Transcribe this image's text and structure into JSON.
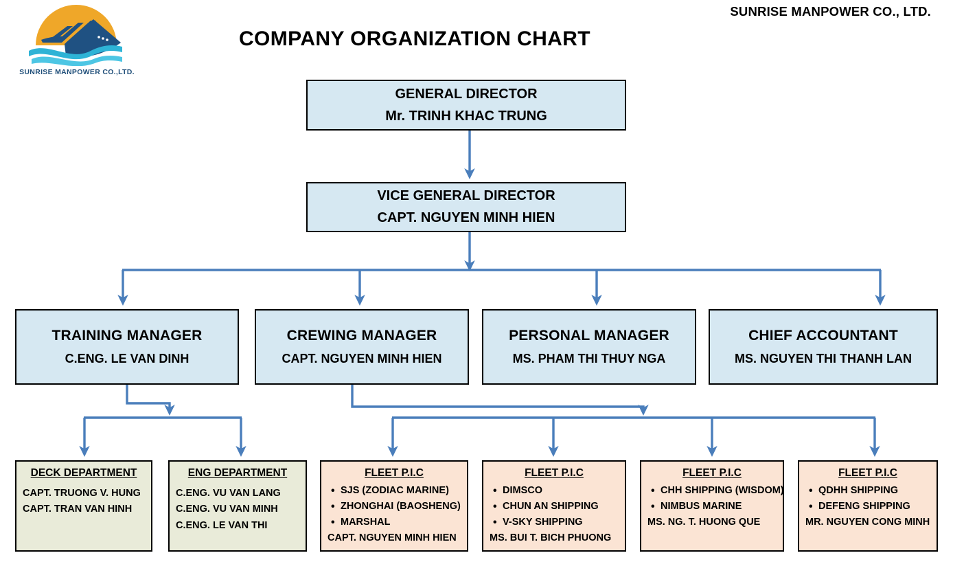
{
  "header": {
    "company_name": "SUNRISE MANPOWER CO., LTD.",
    "chart_title": "COMPANY ORGANIZATION CHART",
    "logo_caption": "SUNRISE MANPOWER CO.,LTD.",
    "logo_icon": "ship-sun-waves-logo"
  },
  "colors": {
    "box_blue": "#d6e8f2",
    "box_green": "#e9ebd9",
    "box_peach": "#fbe4d4",
    "connector": "#4a7ebb",
    "border": "#000000",
    "logo_sun": "#efa729",
    "logo_ship": "#1f5182",
    "logo_wave": "#2eb3d6",
    "logo_text": "#1f4e79"
  },
  "chart_data": {
    "type": "diagram",
    "title": "COMPANY ORGANIZATION CHART",
    "nodes": {
      "general_director": {
        "title": "GENERAL DIRECTOR",
        "name": "Mr. TRINH KHAC TRUNG"
      },
      "vice_general_director": {
        "title": "VICE GENERAL DIRECTOR",
        "name": "CAPT. NGUYEN MINH HIEN"
      },
      "managers": [
        {
          "title": "TRAINING MANAGER",
          "name": "C.ENG. LE VAN DINH"
        },
        {
          "title": "CREWING MANAGER",
          "name": "CAPT. NGUYEN MINH HIEN"
        },
        {
          "title": "PERSONAL MANAGER",
          "name": "MS. PHAM THI THUY NGA"
        },
        {
          "title": "CHIEF ACCOUNTANT",
          "name": "MS. NGUYEN THI THANH LAN"
        }
      ],
      "departments": [
        {
          "heading": "DECK DEPARTMENT",
          "bullets": [],
          "plain": [
            "CAPT. TRUONG V. HUNG",
            "CAPT. TRAN VAN HINH"
          ]
        },
        {
          "heading": "ENG DEPARTMENT",
          "bullets": [],
          "plain": [
            "C.ENG. VU VAN LANG",
            "C.ENG. VU VAN MINH",
            "C.ENG. LE VAN THI"
          ]
        }
      ],
      "fleets": [
        {
          "heading": "FLEET P.I.C",
          "bullets": [
            "SJS (ZODIAC MARINE)",
            "ZHONGHAI (BAOSHENG)",
            "MARSHAL"
          ],
          "plain": [
            "CAPT. NGUYEN MINH HIEN"
          ]
        },
        {
          "heading": "FLEET P.I.C",
          "bullets": [
            "DIMSCO",
            "CHUN AN SHIPPING",
            "V-SKY SHIPPING"
          ],
          "plain": [
            "MS. BUI T. BICH PHUONG"
          ]
        },
        {
          "heading": "FLEET P.I.C",
          "bullets": [
            "CHH SHIPPING (WISDOM)",
            "NIMBUS MARINE"
          ],
          "plain": [
            "MS. NG. T. HUONG QUE"
          ]
        },
        {
          "heading": "FLEET P.I.C",
          "bullets": [
            "QDHH SHIPPING",
            "DEFENG SHIPPING"
          ],
          "plain": [
            "MR. NGUYEN CONG MINH"
          ]
        }
      ]
    },
    "edges": [
      {
        "from": "general_director",
        "to": "vice_general_director"
      },
      {
        "from": "vice_general_director",
        "to": "TRAINING MANAGER"
      },
      {
        "from": "vice_general_director",
        "to": "CREWING MANAGER"
      },
      {
        "from": "vice_general_director",
        "to": "PERSONAL MANAGER"
      },
      {
        "from": "vice_general_director",
        "to": "CHIEF ACCOUNTANT"
      },
      {
        "from": "TRAINING MANAGER",
        "to": "DECK DEPARTMENT"
      },
      {
        "from": "TRAINING MANAGER",
        "to": "ENG DEPARTMENT"
      },
      {
        "from": "CREWING MANAGER",
        "to": "FLEET P.I.C 1"
      },
      {
        "from": "CREWING MANAGER",
        "to": "FLEET P.I.C 2"
      },
      {
        "from": "CREWING MANAGER",
        "to": "FLEET P.I.C 3"
      },
      {
        "from": "CREWING MANAGER",
        "to": "FLEET P.I.C 4"
      }
    ]
  }
}
